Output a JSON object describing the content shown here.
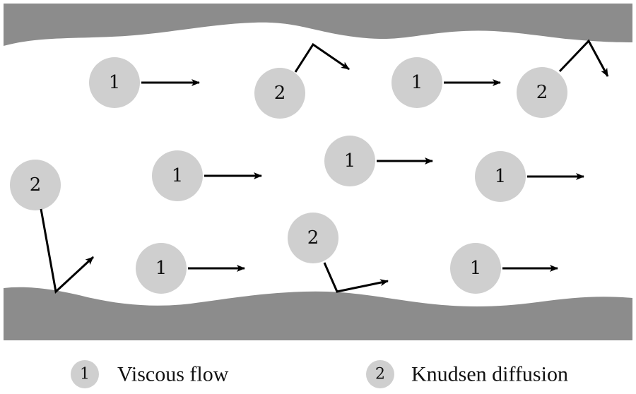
{
  "colors": {
    "wall": "#8c8c8c",
    "particle": "#cfcfcf",
    "arrow": "#000000",
    "text": "#111111"
  },
  "particles": [
    {
      "label": "1",
      "type": "viscous"
    },
    {
      "label": "2",
      "type": "knudsen"
    },
    {
      "label": "1",
      "type": "viscous"
    },
    {
      "label": "2",
      "type": "knudsen"
    },
    {
      "label": "2",
      "type": "knudsen"
    },
    {
      "label": "1",
      "type": "viscous"
    },
    {
      "label": "1",
      "type": "viscous"
    },
    {
      "label": "1",
      "type": "viscous"
    },
    {
      "label": "1",
      "type": "viscous"
    },
    {
      "label": "2",
      "type": "knudsen"
    },
    {
      "label": "1",
      "type": "viscous"
    }
  ],
  "legend": [
    {
      "symbol": "1",
      "text": "Viscous flow"
    },
    {
      "symbol": "2",
      "text": "Knudsen diffusion"
    }
  ]
}
